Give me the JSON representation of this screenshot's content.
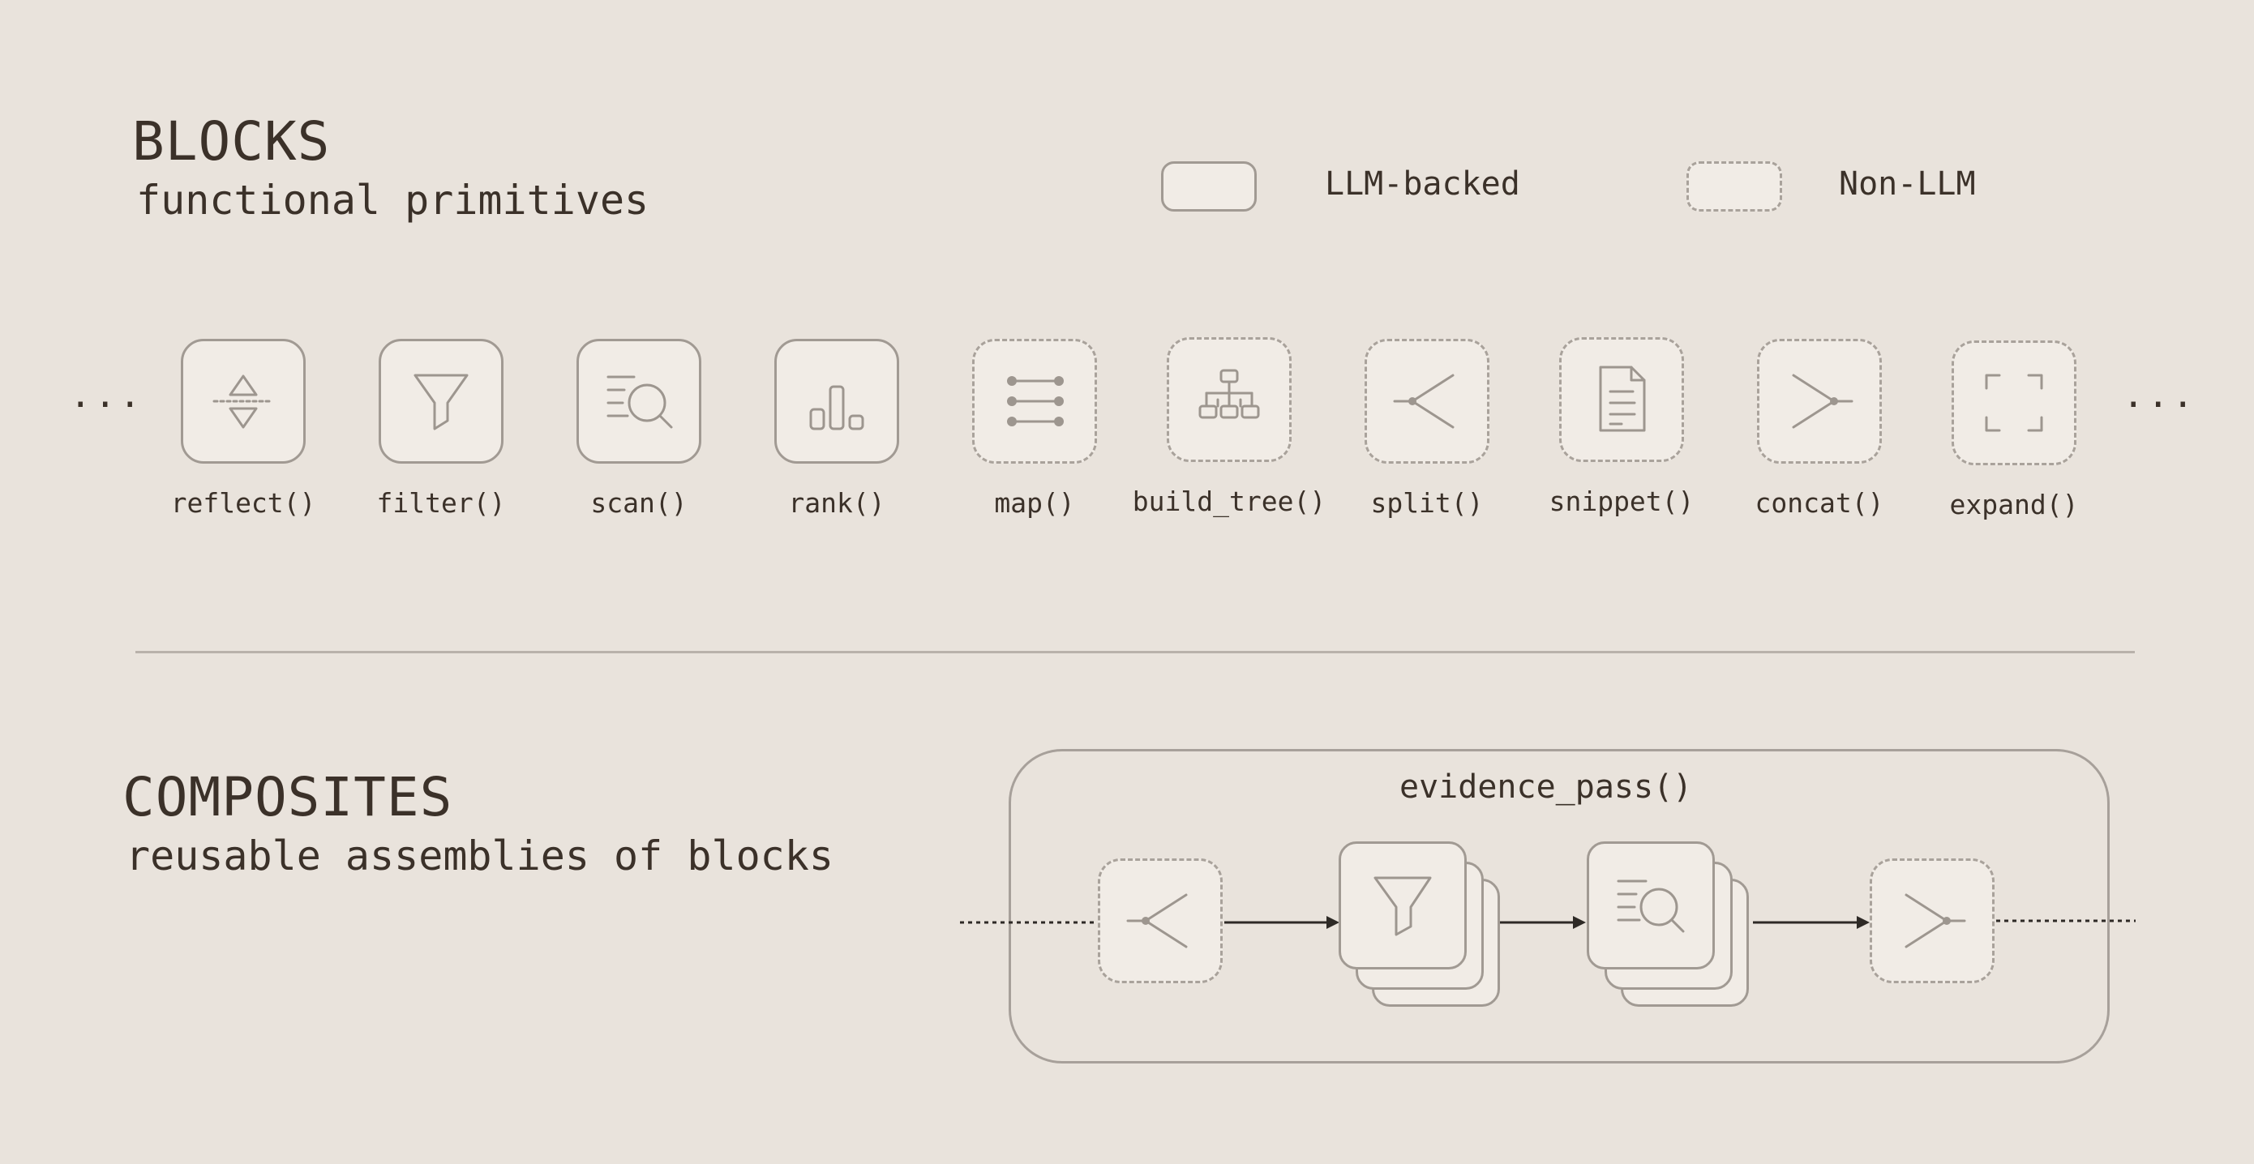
{
  "blocks_section": {
    "title": "BLOCKS",
    "subtitle": "functional primitives"
  },
  "legend": {
    "llm_label": "LLM-backed",
    "non_llm_label": "Non-LLM"
  },
  "ellipsis": "...",
  "blocks": [
    {
      "label": "reflect()",
      "icon": "reflect-icon",
      "llm": true
    },
    {
      "label": "filter()",
      "icon": "funnel-icon",
      "llm": true
    },
    {
      "label": "scan()",
      "icon": "scan-magnifier-icon",
      "llm": true
    },
    {
      "label": "rank()",
      "icon": "bar-rank-icon",
      "llm": true
    },
    {
      "label": "map()",
      "icon": "map-lines-icon",
      "llm": false
    },
    {
      "label": "build_tree()",
      "icon": "tree-icon",
      "llm": false
    },
    {
      "label": "split()",
      "icon": "split-icon",
      "llm": false
    },
    {
      "label": "snippet()",
      "icon": "document-icon",
      "llm": false
    },
    {
      "label": "concat()",
      "icon": "concat-icon",
      "llm": false
    },
    {
      "label": "expand()",
      "icon": "expand-corners-icon",
      "llm": false
    }
  ],
  "composites_section": {
    "title": "COMPOSITES",
    "subtitle": "reusable assemblies of blocks"
  },
  "composite": {
    "name": "evidence_pass()",
    "steps": [
      "split-icon",
      "funnel-icon",
      "scan-magnifier-icon",
      "concat-icon"
    ]
  },
  "colors": {
    "background": "#E9E3DC",
    "block_fill": "#F1ECE6",
    "stroke": "#A19A93",
    "text": "#3B3129"
  }
}
